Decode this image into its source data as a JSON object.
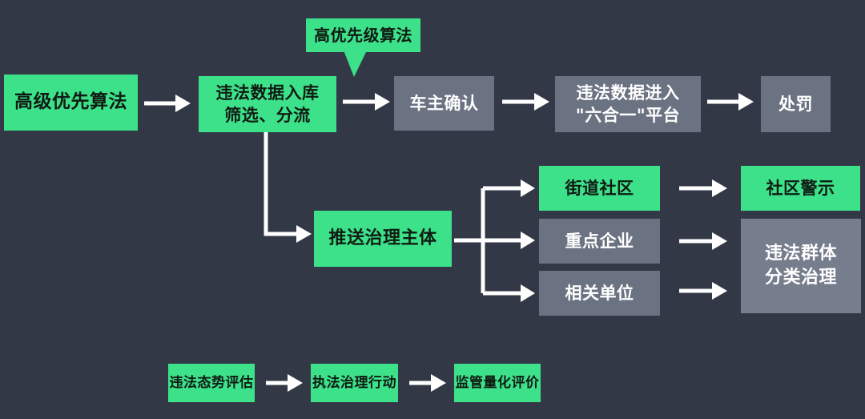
{
  "palette": {
    "background": "#333846",
    "green": "#3ce18a",
    "gray": "#6b7282",
    "gray_light": "#767d8d",
    "text_on_green": "#101b13",
    "text_on_gray": "#ffffff",
    "arrow": "#ffffff"
  },
  "diagram": {
    "callout": {
      "label": "高优先级算法"
    },
    "main_flow": {
      "advanced_priority_algorithm": "高级优先算法",
      "illegal_data_intake": "违法数据入库\n筛选、分流",
      "owner_confirmation": "车主确认",
      "six_in_one_platform": "违法数据进入\n\"六合一\"平台",
      "punishment": "处罚"
    },
    "governance_flow": {
      "push_governance_subject": "推送治理主体",
      "street_community": "街道社区",
      "key_enterprises": "重点企业",
      "related_units": "相关单位",
      "community_warning": "社区警示",
      "illegal_group_classified_governance": "违法群体\n分类治理"
    },
    "evaluation_flow": {
      "illegal_situation_assessment": "违法态势评估",
      "law_enforcement_action": "执法治理行动",
      "regulatory_quantitative_evaluation": "监管量化评价"
    }
  }
}
